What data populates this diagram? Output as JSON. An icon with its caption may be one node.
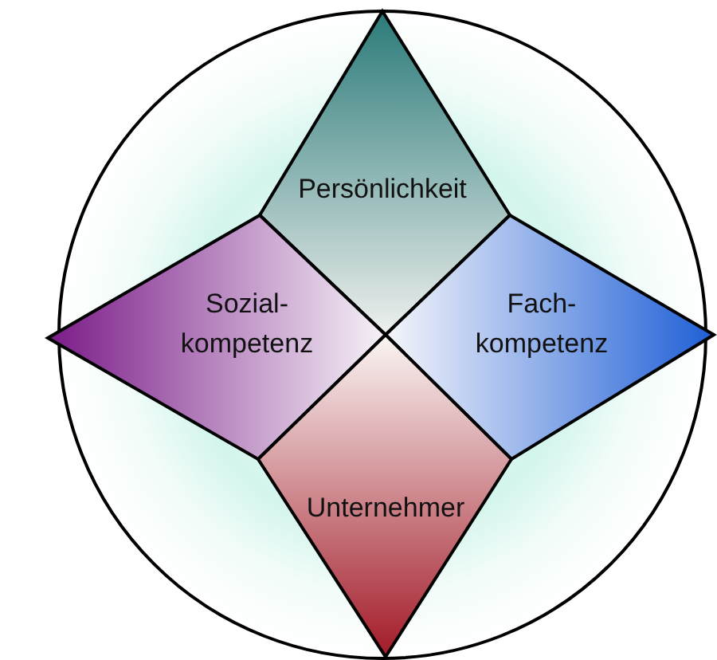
{
  "diagram": {
    "nodes": [
      {
        "text": [
          "Persönlichkeit"
        ]
      },
      {
        "text": [
          "Sozial- kompetenz"
        ]
      },
      {
        "text": [
          "Fach- kompetenz"
        ]
      },
      {
        "text": [
          "Unternehmer"
        ]
      }
    ]
  }
}
